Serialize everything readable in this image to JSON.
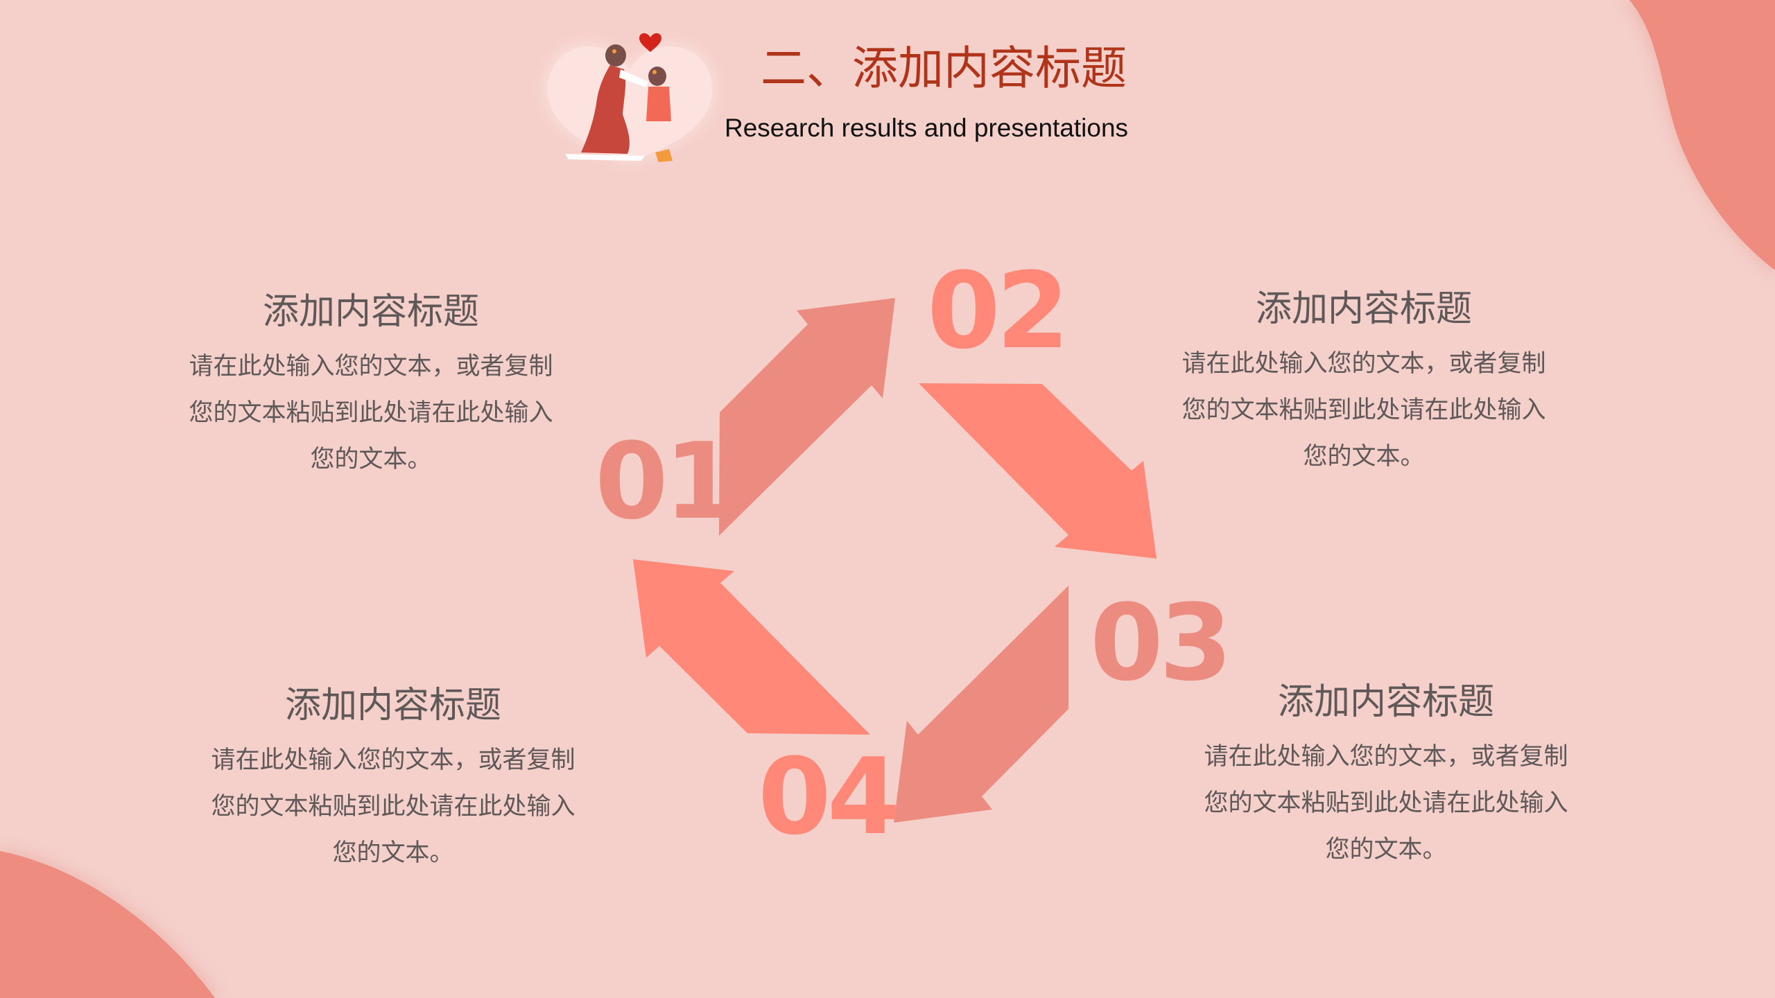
{
  "header": {
    "title": "二、添加内容标题",
    "subtitle": "Research results and presentations",
    "illustration": "mother-daughter-heart-illustration"
  },
  "colors": {
    "background": "#F5CFCA",
    "corner_blob": "#EE8C80",
    "arrow_muted": "#EC8C80",
    "arrow_bright": "#FF8878",
    "title_red": "#B0341A",
    "body_text": "#5E5858"
  },
  "steps": [
    {
      "number": "01",
      "title": "添加内容标题",
      "lines": [
        "请在此处输入您的文本，或者复制",
        "您的文本粘贴到此处请在此处输入",
        "您的文本。"
      ]
    },
    {
      "number": "02",
      "title": "添加内容标题",
      "lines": [
        "请在此处输入您的文本，或者复制",
        "您的文本粘贴到此处请在此处输入",
        "您的文本。"
      ]
    },
    {
      "number": "03",
      "title": "添加内容标题",
      "lines": [
        "请在此处输入您的文本，或者复制",
        "您的文本粘贴到此处请在此处输入",
        "您的文本。"
      ]
    },
    {
      "number": "04",
      "title": "添加内容标题",
      "lines": [
        "请在此处输入您的文本，或者复制",
        "您的文本粘贴到此处请在此处输入",
        "您的文本。"
      ]
    }
  ]
}
